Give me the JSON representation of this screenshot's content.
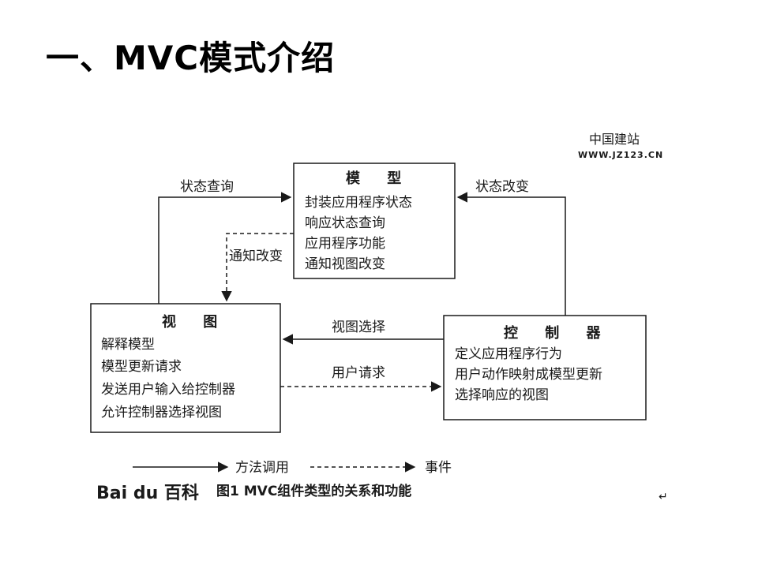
{
  "title": "一、MVC模式介绍",
  "watermark": {
    "site_name": "中国建站",
    "site_url": "WWW.JZ123.CN",
    "baidu": "Bai du 百科"
  },
  "model": {
    "title": "模 型",
    "lines": [
      "封装应用程序状态",
      "响应状态查询",
      "应用程序功能",
      "通知视图改变"
    ]
  },
  "view": {
    "title": "视 图",
    "lines": [
      "解释模型",
      "模型更新请求",
      "发送用户输入给控制器",
      "允许控制器选择视图"
    ]
  },
  "controller": {
    "title": "控 制 器",
    "lines": [
      "定义应用程序行为",
      "用户动作映射成模型更新",
      "选择响应的视图"
    ]
  },
  "edges": {
    "state_query": "状态查询",
    "notify_change": "通知改变",
    "state_change": "状态改变",
    "view_select": "视图选择",
    "user_request": "用户请求"
  },
  "legend": {
    "method_call": "方法调用",
    "event": "事件"
  },
  "caption": "图1 MVC组件类型的关系和功能",
  "colors": {
    "line": "#1a1a1a",
    "box_border": "#1a1a1a"
  }
}
